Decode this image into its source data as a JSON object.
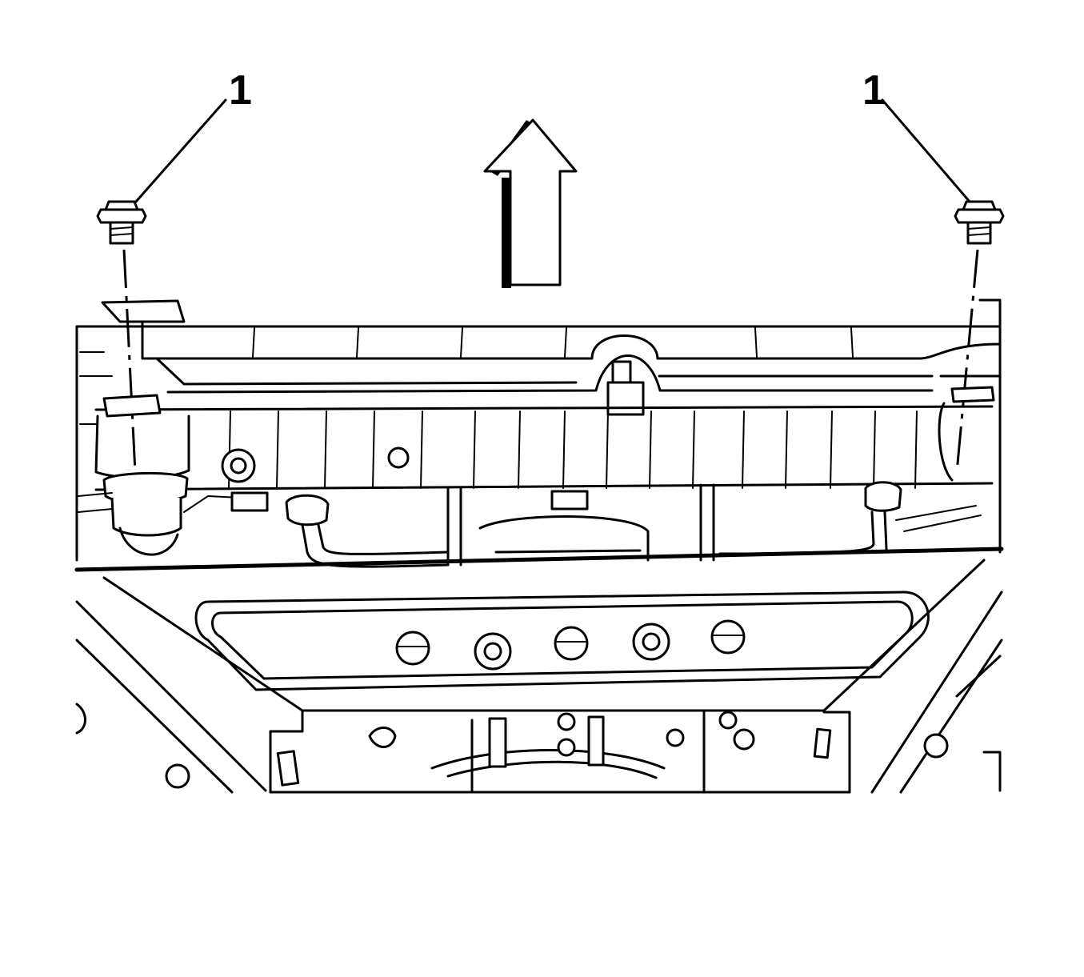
{
  "callouts": [
    {
      "id": "bolt-left",
      "label": "1"
    },
    {
      "id": "bolt-right",
      "label": "1"
    }
  ],
  "arrow": {
    "direction": "up"
  },
  "colors": {
    "line": "#000000",
    "background": "#ffffff"
  }
}
